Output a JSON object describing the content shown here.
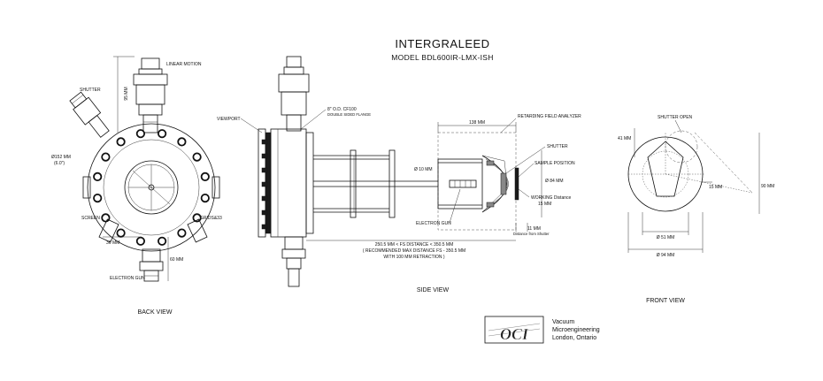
{
  "title": "INTERGRALEED",
  "model": "MODEL  BDL600IR-LMX-ISH",
  "back_view": {
    "caption": "BACK VIEW",
    "labels": {
      "shutter": "SHUTTER",
      "linear_motion": "LINEAR MOTION",
      "dim_95": "95 MM",
      "dia_152": "Ø152 MM",
      "dia_152_in": "(6.0\")",
      "screen": "SCREEN",
      "grids": "GRIDS&33",
      "dim_36": "36 MM",
      "dim_60": "60 MM",
      "electron_gun": "ELECTRON GUN"
    }
  },
  "side_view": {
    "caption": "SIDE VIEW",
    "labels": {
      "viewport": "VIEWPORT",
      "flange_1": "8\" O.D. CF100",
      "flange_2": "DOUBLE SIDED FLANGE",
      "dim_138": "138 MM",
      "rfa": "RETARDING FIELD ANALYZER",
      "shutter": "SHUTTER",
      "sample_position": "SAMPLE POSITION",
      "dia_10": "Ø 10 MM",
      "dia_84": "Ø 84 MM",
      "working_1": "WORKING Distance",
      "working_2": "15 MM",
      "electron_gun": "ELECTRON GUN",
      "dim_11": "11 MM",
      "dim_11_note": "Distance from Shutter",
      "fs_1": "250.5 MM < FS DISTANCE < 350.5 MM",
      "fs_2": "( RECOMMENDED MAX DISTANCE FS - 350.5 MM",
      "fs_3": "WITH 100 MM RETRACTION )"
    }
  },
  "front_view": {
    "caption": "FRONT VIEW",
    "labels": {
      "shutter_open": "SHUTTER OPEN",
      "dim_41": "41 MM",
      "dim_15": "15 MM",
      "dim_90": "90 MM",
      "dia_51": "Ø 51 MM",
      "dia_94": "Ø 94 MM"
    }
  },
  "company": {
    "logo_text": "OCI",
    "line1": "Vacuum",
    "line2": "Microengineering",
    "line3": "London, Ontario"
  }
}
